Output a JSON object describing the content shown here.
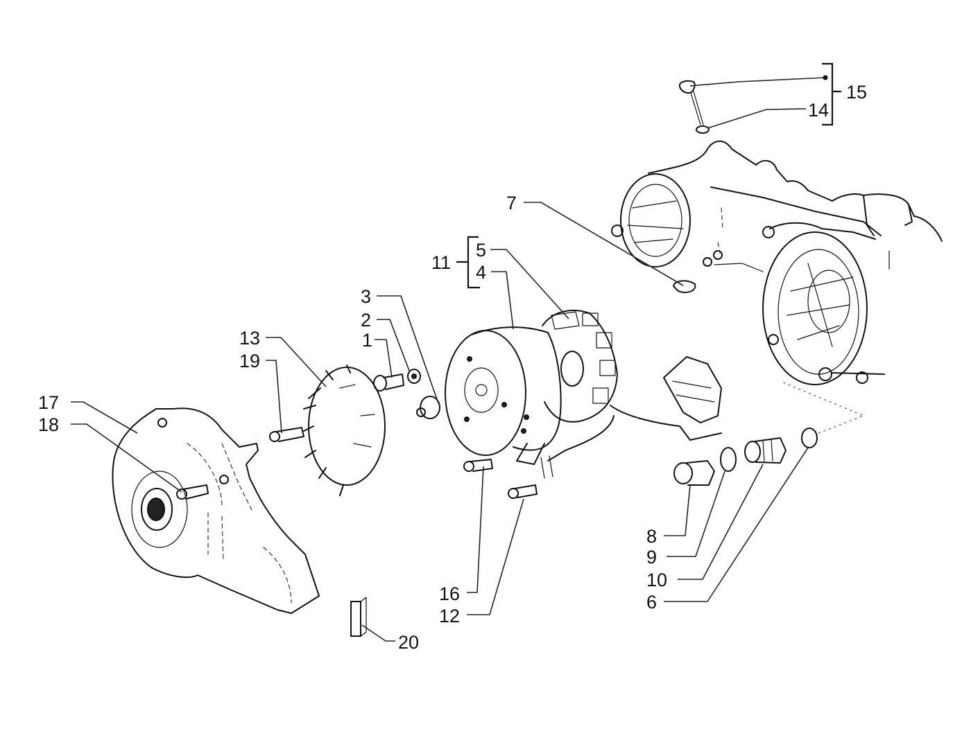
{
  "diagram": {
    "type": "exploded-parts-diagram",
    "subject": "flywheel magneto / cooling fan cover assembly",
    "callouts": [
      {
        "id": "c1",
        "label": "1"
      },
      {
        "id": "c2",
        "label": "2"
      },
      {
        "id": "c3",
        "label": "3"
      },
      {
        "id": "c4",
        "label": "4"
      },
      {
        "id": "c5",
        "label": "5"
      },
      {
        "id": "c6",
        "label": "6"
      },
      {
        "id": "c7",
        "label": "7"
      },
      {
        "id": "c8",
        "label": "8"
      },
      {
        "id": "c9",
        "label": "9"
      },
      {
        "id": "c10",
        "label": "10"
      },
      {
        "id": "c11",
        "label": "11"
      },
      {
        "id": "c12",
        "label": "12"
      },
      {
        "id": "c13",
        "label": "13"
      },
      {
        "id": "c14",
        "label": "14"
      },
      {
        "id": "c15",
        "label": "15"
      },
      {
        "id": "c16",
        "label": "16"
      },
      {
        "id": "c17",
        "label": "17"
      },
      {
        "id": "c18",
        "label": "18"
      },
      {
        "id": "c19",
        "label": "19"
      },
      {
        "id": "c20",
        "label": "20"
      }
    ],
    "groups": [
      {
        "label": "11",
        "members": [
          "5",
          "4"
        ]
      },
      {
        "label": "15",
        "members": [
          "14"
        ]
      }
    ],
    "parts": [
      {
        "name": "crankcase",
        "callout": null
      },
      {
        "name": "flywheel-rotor",
        "callout": "4"
      },
      {
        "name": "stator",
        "callout": "5"
      },
      {
        "name": "cooling-fan",
        "callout": "13"
      },
      {
        "name": "fan-cover",
        "callout": "17"
      },
      {
        "name": "screw",
        "callout": "1"
      },
      {
        "name": "washer",
        "callout": "2"
      },
      {
        "name": "nut",
        "callout": "3"
      },
      {
        "name": "o-ring",
        "callout": "6"
      },
      {
        "name": "woodruff-key",
        "callout": "7"
      },
      {
        "name": "plug",
        "callout": "8"
      },
      {
        "name": "seal-ring",
        "callout": "9"
      },
      {
        "name": "filter",
        "callout": "10"
      },
      {
        "name": "screw",
        "callout": "12"
      },
      {
        "name": "gasket",
        "callout": "14"
      },
      {
        "name": "dipstick",
        "callout": "15"
      },
      {
        "name": "screw",
        "callout": "16"
      },
      {
        "name": "screw",
        "callout": "18"
      },
      {
        "name": "screw",
        "callout": "19"
      },
      {
        "name": "clip",
        "callout": "20"
      }
    ]
  }
}
